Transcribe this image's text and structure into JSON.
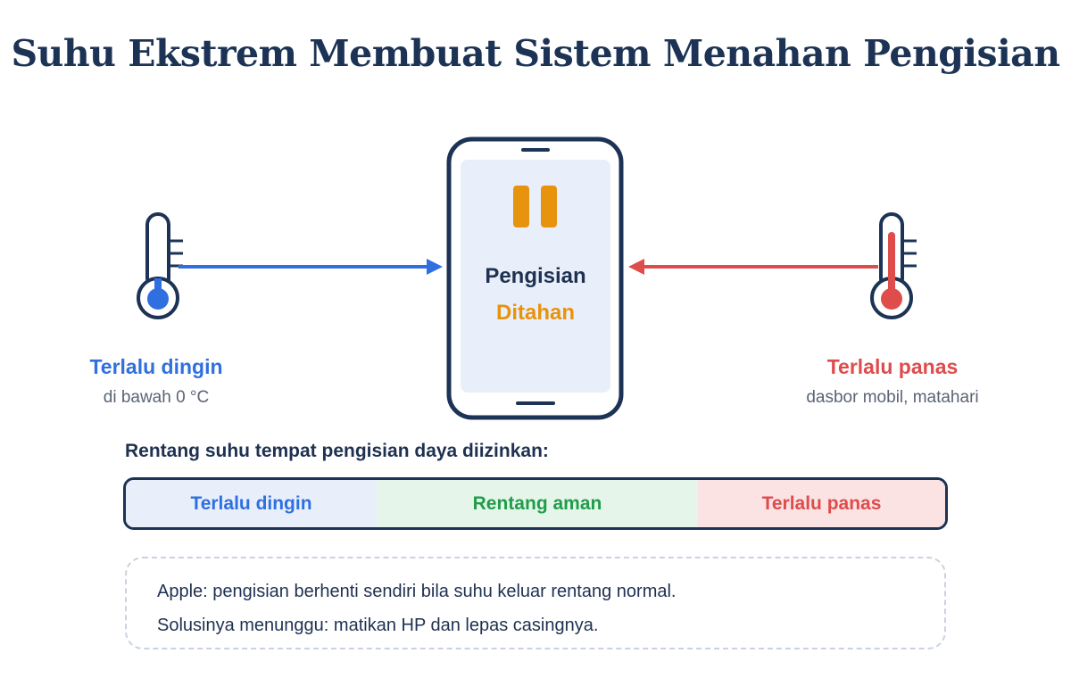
{
  "title": "Suhu Ekstrem Membuat Sistem Menahan Pengisian",
  "phone": {
    "line1": "Pengisian",
    "line2": "Ditahan"
  },
  "cold": {
    "title": "Terlalu dingin",
    "subtitle": "di bawah 0 °C"
  },
  "hot": {
    "title": "Terlalu panas",
    "subtitle": "dasbor mobil, matahari"
  },
  "range": {
    "label": "Rentang suhu tempat pengisian daya diizinkan:",
    "segments": [
      "Terlalu dingin",
      "Rentang aman",
      "Terlalu panas"
    ]
  },
  "note": {
    "line1": "Apple: pengisian berhenti sendiri bila suhu keluar rentang normal.",
    "line2": "Solusinya menunggu: matikan HP dan lepas casingnya."
  },
  "colors": {
    "cold": "#2f6fe0",
    "hot": "#df4c4c",
    "safe": "#1f9d4a",
    "pause": "#e8930d",
    "dark": "#1c3355"
  },
  "icons": [
    "thermometer-cold-icon",
    "thermometer-hot-icon",
    "phone-icon",
    "pause-icon"
  ]
}
